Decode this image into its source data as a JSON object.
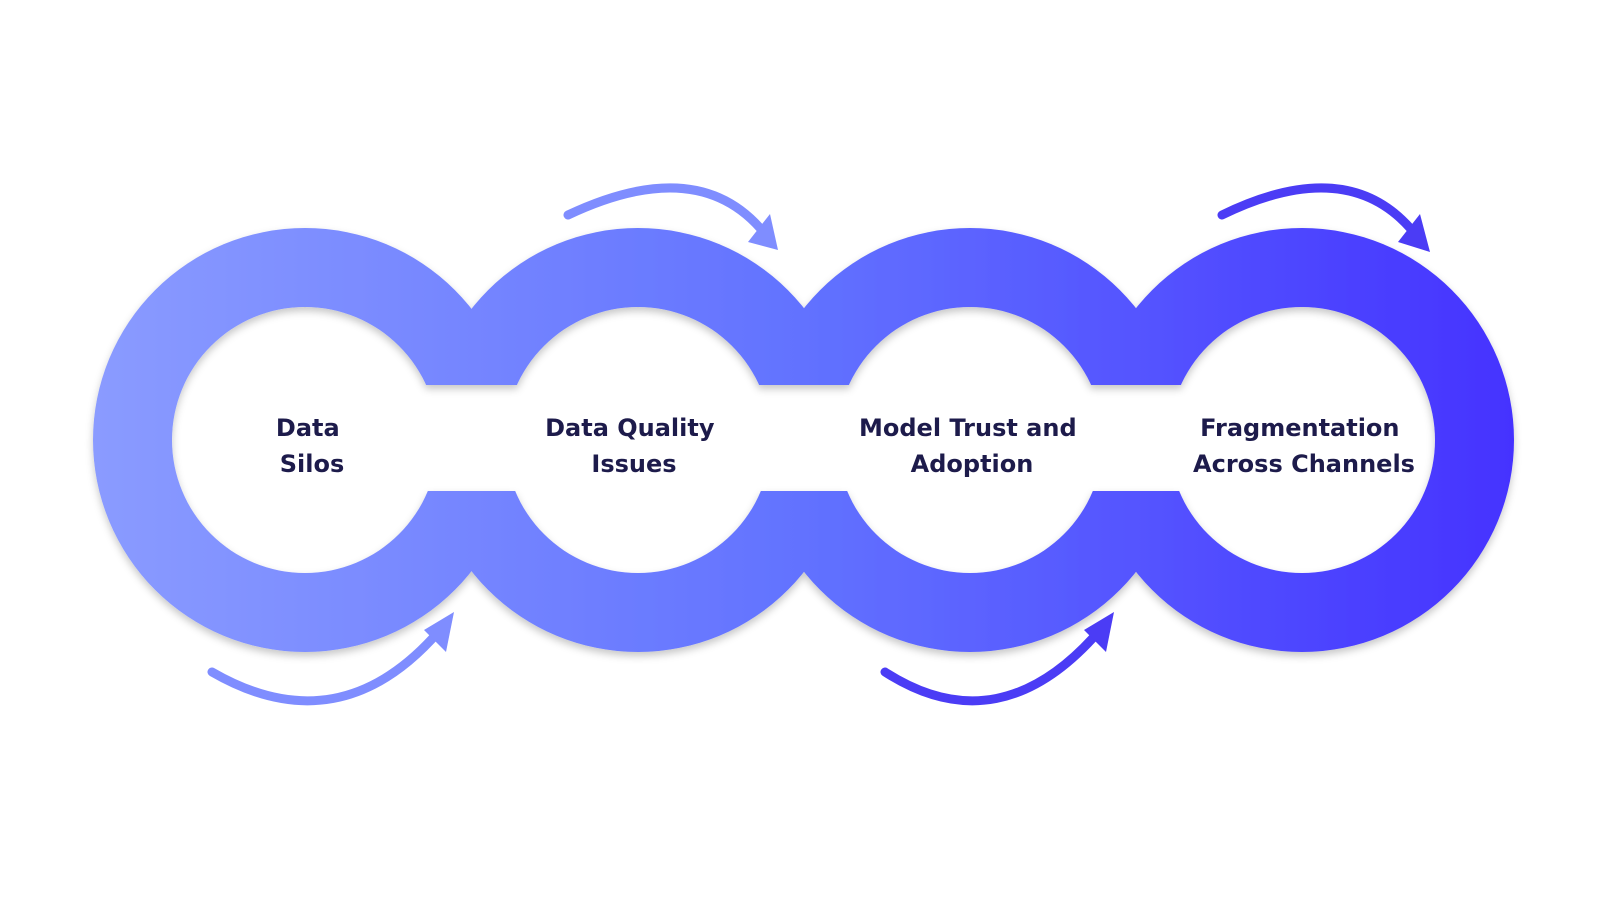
{
  "colors": {
    "gradient_start": "#8a9bff",
    "gradient_mid": "#6272ff",
    "gradient_end": "#4533ff",
    "text": "#1d1b4b",
    "background": "#ffffff"
  },
  "stages": [
    {
      "line1": "Data",
      "line2": "Silos"
    },
    {
      "line1": "Data Quality",
      "line2": "Issues"
    },
    {
      "line1": "Model Trust and",
      "line2": "Adoption"
    },
    {
      "line1": "Fragmentation",
      "line2": "Across Channels"
    }
  ],
  "arrows": [
    {
      "position": "bottom",
      "between": "stage-1 to stage-2",
      "color": "#7f8dff",
      "icon": "curved-arrow-icon"
    },
    {
      "position": "top",
      "between": "stage-2 to stage-3",
      "color": "#7f8dff",
      "icon": "curved-arrow-icon"
    },
    {
      "position": "bottom",
      "between": "stage-3 to stage-4",
      "color": "#4b3cf5",
      "icon": "curved-arrow-icon"
    },
    {
      "position": "top",
      "between": "stage-4 end",
      "color": "#4b3cf5",
      "icon": "curved-arrow-icon"
    }
  ]
}
